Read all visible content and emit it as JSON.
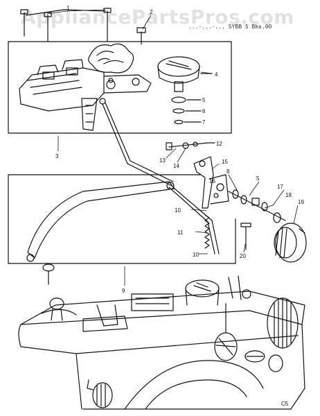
{
  "watermark": "AppliancePartsPros.com",
  "model_text": "...-...-... SYBB 5 Bkx.00",
  "corner_code": "C5",
  "callouts": [
    "1",
    "2",
    "3",
    "4",
    "5",
    "6",
    "7",
    "8",
    "9",
    "10",
    "11",
    "12",
    "13",
    "14",
    "15",
    "16",
    "17",
    "18",
    "19",
    "20"
  ],
  "colors": {
    "ink": "#111111",
    "background": "#ffffff"
  }
}
